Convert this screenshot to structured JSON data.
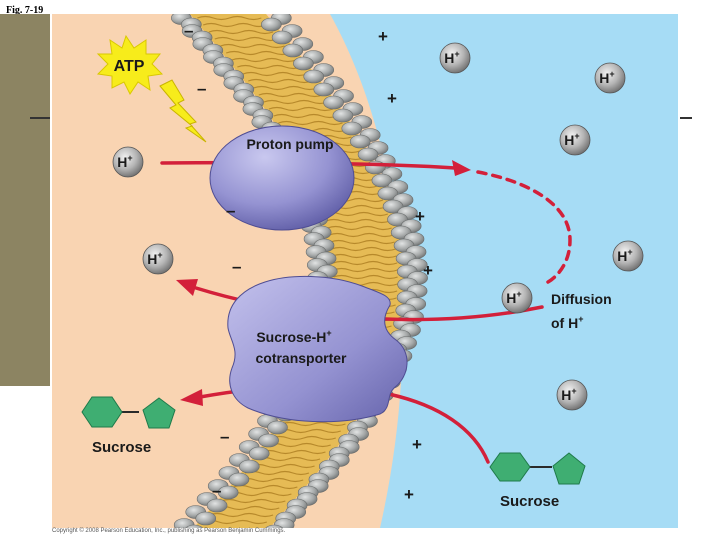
{
  "figure_label": "Fig. 7-19",
  "atp_label": "ATP",
  "proton_pump_label": "Proton pump",
  "cotransporter_label_line1": "Sucrose-H",
  "cotransporter_label_line2": "cotransporter",
  "diffusion_label_line1": "Diffusion",
  "diffusion_label_line2": "of H",
  "sucrose_left_label": "Sucrose",
  "sucrose_right_label": "Sucrose",
  "ion_symbol": "H",
  "ion_charge": "+",
  "minus_sign": "–",
  "plus_sign": "+",
  "copyright": "Copyright © 2008 Pearson Education, Inc., publishing as Pearson Benjamin Cummings.",
  "colors": {
    "cytoplasm": "#f9d4b2",
    "exterior": "#a6dcf5",
    "slide_panel": "#8c8462",
    "membrane_core": "#e6bb55",
    "phospholipid_head": "#a8aaaa",
    "protein": "#9c9ad6",
    "arrow": "#d3203a",
    "sucrose": "#3fae72",
    "atp_burst": "#f7ec1b"
  }
}
